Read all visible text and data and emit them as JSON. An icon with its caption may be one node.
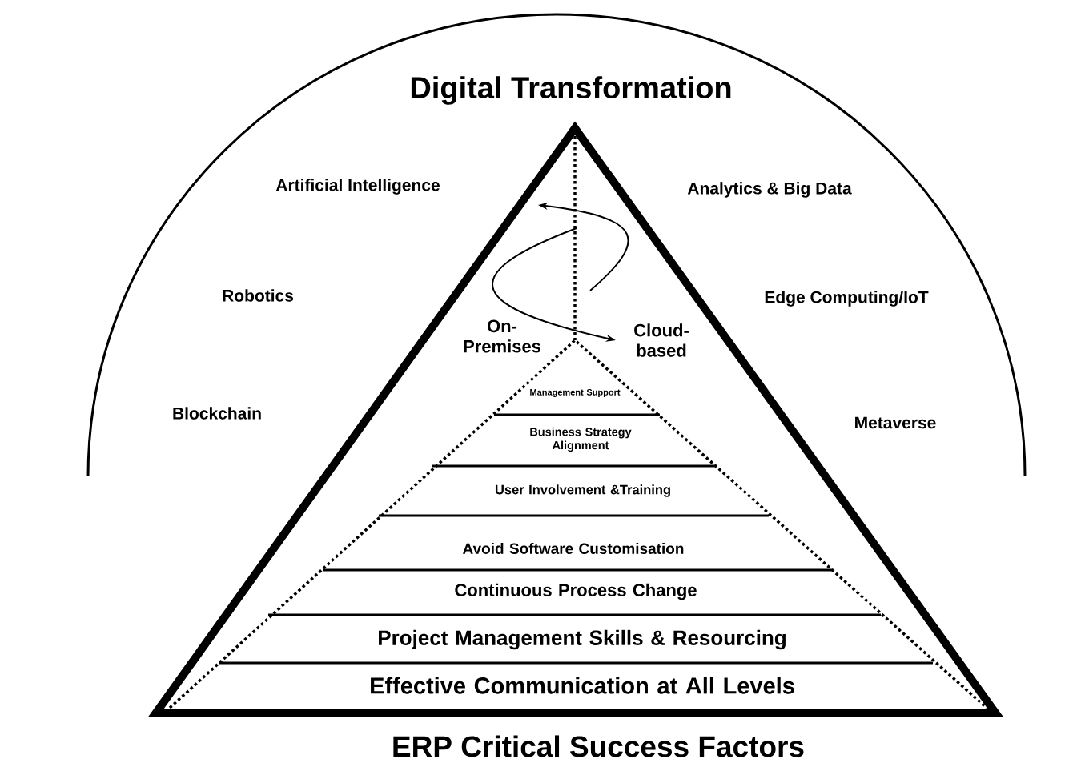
{
  "diagram": {
    "title": "Digital Transformation",
    "caption": "ERP Critical Success Factors",
    "nodes": [
      {
        "text": [
          "On- Premises"
        ]
      },
      {
        "text": [
          "Cloud- based"
        ]
      },
      {
        "text": [
          "Management Support"
        ]
      },
      {
        "text": [
          "Business Strategy Alignment"
        ]
      },
      {
        "text": [
          "User Involvement &Training"
        ]
      },
      {
        "text": [
          "Avoid  Software Customisation"
        ]
      },
      {
        "text": [
          "Continuous Process Change"
        ]
      },
      {
        "text": [
          "Project Management Skills & Resourcing"
        ]
      },
      {
        "text": [
          "Effective Communication at All Levels"
        ]
      }
    ],
    "edges": [
      {
        "from": null,
        "to": 1,
        "arrow": "to"
      }
    ],
    "labels": [
      "Artificial Intelligence",
      "Analytics & Big Data",
      "Robotics",
      "Edge Computing/IoT",
      "Blockchain",
      "Metaverse"
    ]
  }
}
